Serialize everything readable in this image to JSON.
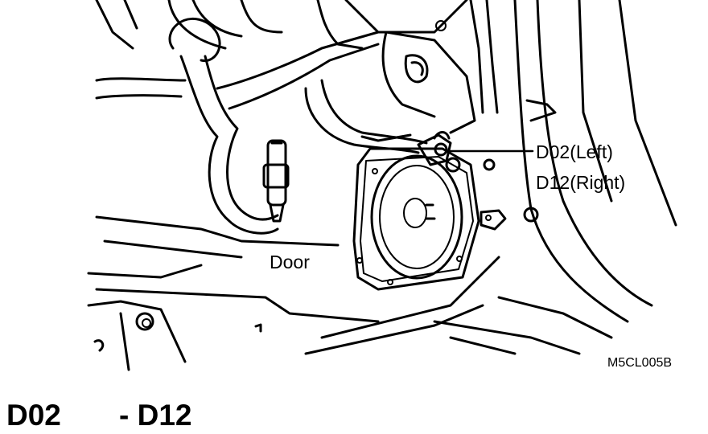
{
  "figure": {
    "callout_left": "D02(Left)",
    "callout_right": "D12(Right)",
    "label_door": "Door",
    "figure_code": "M5CL005B"
  },
  "caption": {
    "part_a": "D02",
    "part_b": "- D12"
  }
}
